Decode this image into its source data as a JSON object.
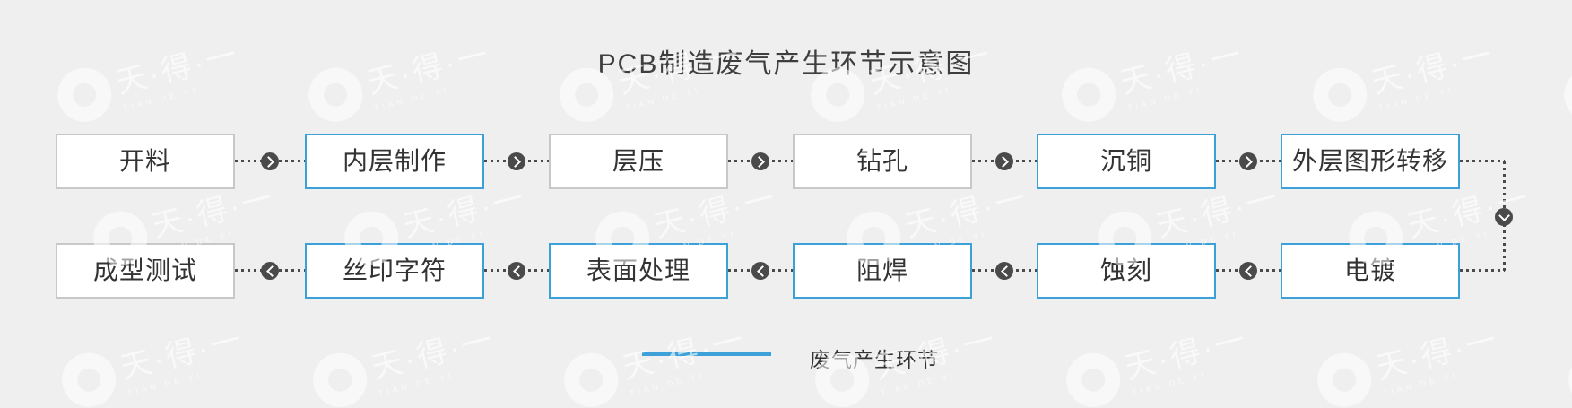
{
  "title": "PCB制造废气产生环节示意图",
  "flow": {
    "row1": {
      "direction": "right",
      "steps": [
        {
          "label": "开料",
          "waste_gas": false
        },
        {
          "label": "内层制作",
          "waste_gas": true
        },
        {
          "label": "层压",
          "waste_gas": false
        },
        {
          "label": "钻孔",
          "waste_gas": false
        },
        {
          "label": "沉铜",
          "waste_gas": true
        },
        {
          "label": "外层图形转移",
          "waste_gas": true
        }
      ]
    },
    "row2": {
      "direction": "left",
      "steps": [
        {
          "label": "成型测试",
          "waste_gas": false
        },
        {
          "label": "丝印字符",
          "waste_gas": true
        },
        {
          "label": "表面处理",
          "waste_gas": true
        },
        {
          "label": "阻焊",
          "waste_gas": true
        },
        {
          "label": "蚀刻",
          "waste_gas": true
        },
        {
          "label": "电镀",
          "waste_gas": true
        }
      ]
    }
  },
  "legend": {
    "label": "废气产生环节"
  },
  "watermark": {
    "text": "天·得·一",
    "subtext": "TIAN DE YI"
  },
  "icons": {
    "forward": "chevron-right-icon",
    "backward": "chevron-left-icon",
    "turn": "chevron-down-icon"
  },
  "colors": {
    "background": "#efefef",
    "box_fill": "#ffffff",
    "normal_border": "#c8c8c8",
    "waste_gas_border": "#3ba1d8",
    "connector": "#4a4a4a",
    "legend_line": "#3ba1d8",
    "text": "#333333"
  }
}
